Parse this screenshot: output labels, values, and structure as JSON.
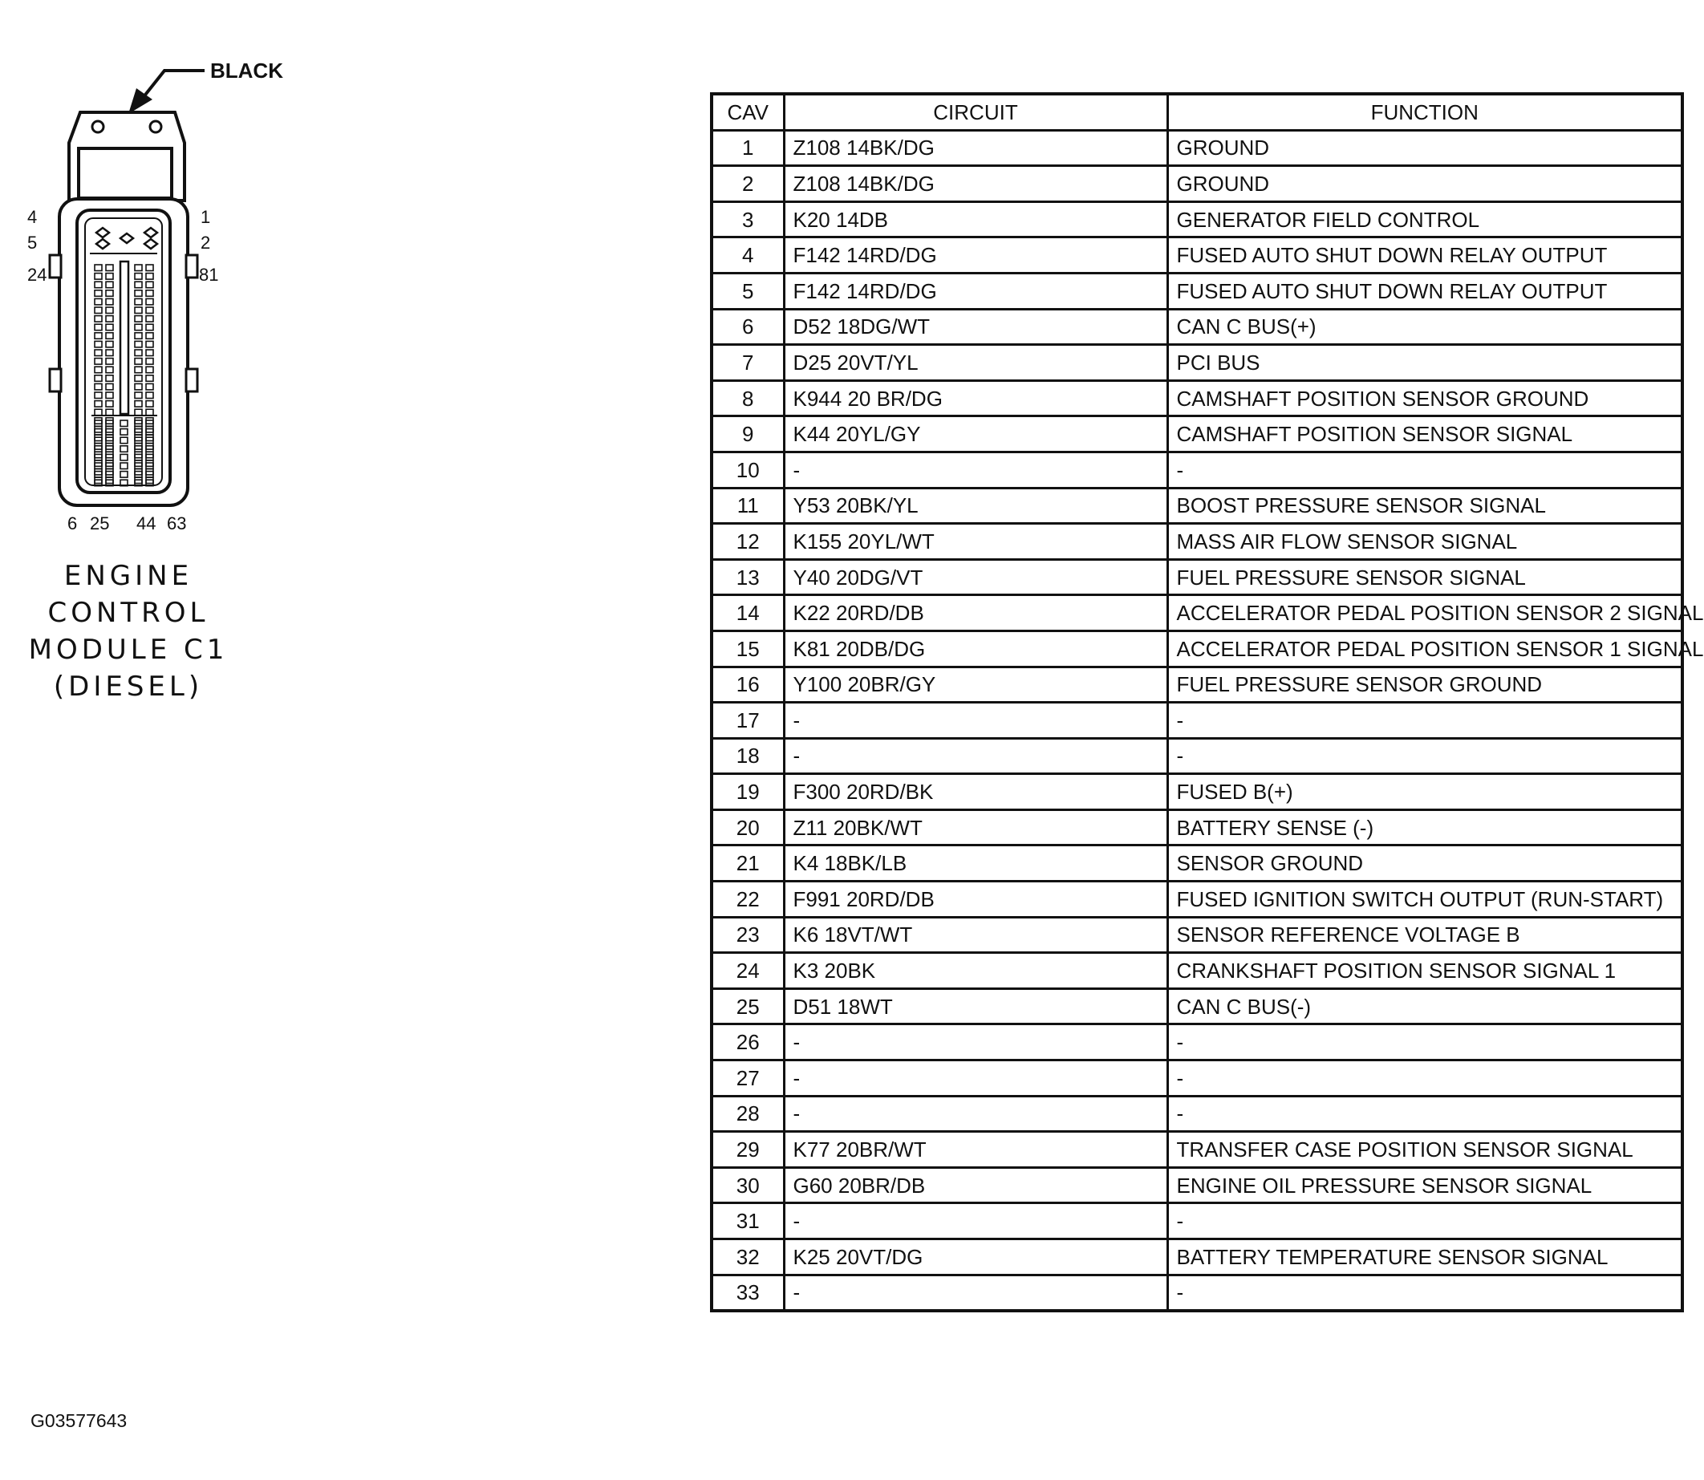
{
  "connector": {
    "color_label": "BLACK",
    "pin_labels": {
      "left": [
        "4",
        "5",
        "24"
      ],
      "right": [
        "1",
        "2",
        "81"
      ],
      "bottom": [
        "6",
        "25",
        "44",
        "63"
      ]
    },
    "title_lines": [
      "ENGINE",
      "CONTROL",
      "MODULE C1",
      "(DIESEL)"
    ]
  },
  "table": {
    "headers": {
      "cav": "CAV",
      "circuit": "CIRCUIT",
      "function": "FUNCTION"
    },
    "rows": [
      {
        "cav": "1",
        "circuit": "Z108 14BK/DG",
        "function": "GROUND"
      },
      {
        "cav": "2",
        "circuit": "Z108 14BK/DG",
        "function": "GROUND"
      },
      {
        "cav": "3",
        "circuit": "K20 14DB",
        "function": "GENERATOR FIELD CONTROL"
      },
      {
        "cav": "4",
        "circuit": "F142 14RD/DG",
        "function": "FUSED AUTO SHUT DOWN RELAY OUTPUT"
      },
      {
        "cav": "5",
        "circuit": "F142 14RD/DG",
        "function": "FUSED AUTO SHUT DOWN RELAY OUTPUT"
      },
      {
        "cav": "6",
        "circuit": "D52 18DG/WT",
        "function": "CAN C BUS(+)"
      },
      {
        "cav": "7",
        "circuit": "D25 20VT/YL",
        "function": "PCI BUS"
      },
      {
        "cav": "8",
        "circuit": "K944 20 BR/DG",
        "function": "CAMSHAFT POSITION SENSOR GROUND"
      },
      {
        "cav": "9",
        "circuit": "K44 20YL/GY",
        "function": "CAMSHAFT POSITION SENSOR SIGNAL"
      },
      {
        "cav": "10",
        "circuit": "-",
        "function": "-"
      },
      {
        "cav": "11",
        "circuit": "Y53 20BK/YL",
        "function": "BOOST PRESSURE SENSOR SIGNAL"
      },
      {
        "cav": "12",
        "circuit": "K155 20YL/WT",
        "function": "MASS AIR FLOW SENSOR SIGNAL"
      },
      {
        "cav": "13",
        "circuit": "Y40 20DG/VT",
        "function": "FUEL PRESSURE SENSOR SIGNAL"
      },
      {
        "cav": "14",
        "circuit": "K22 20RD/DB",
        "function": "ACCELERATOR PEDAL POSITION SENSOR 2 SIGNAL"
      },
      {
        "cav": "15",
        "circuit": "K81 20DB/DG",
        "function": "ACCELERATOR PEDAL POSITION SENSOR 1 SIGNAL"
      },
      {
        "cav": "16",
        "circuit": "Y100 20BR/GY",
        "function": "FUEL PRESSURE SENSOR GROUND"
      },
      {
        "cav": "17",
        "circuit": "-",
        "function": "-"
      },
      {
        "cav": "18",
        "circuit": "-",
        "function": "-"
      },
      {
        "cav": "19",
        "circuit": "F300 20RD/BK",
        "function": "FUSED B(+)"
      },
      {
        "cav": "20",
        "circuit": "Z11 20BK/WT",
        "function": "BATTERY SENSE (-)"
      },
      {
        "cav": "21",
        "circuit": "K4 18BK/LB",
        "function": "SENSOR GROUND"
      },
      {
        "cav": "22",
        "circuit": "F991 20RD/DB",
        "function": "FUSED IGNITION SWITCH OUTPUT (RUN-START)"
      },
      {
        "cav": "23",
        "circuit": "K6 18VT/WT",
        "function": "SENSOR REFERENCE VOLTAGE B"
      },
      {
        "cav": "24",
        "circuit": "K3 20BK",
        "function": "CRANKSHAFT POSITION SENSOR SIGNAL 1"
      },
      {
        "cav": "25",
        "circuit": "D51 18WT",
        "function": "CAN C BUS(-)"
      },
      {
        "cav": "26",
        "circuit": "-",
        "function": "-"
      },
      {
        "cav": "27",
        "circuit": "-",
        "function": "-"
      },
      {
        "cav": "28",
        "circuit": "-",
        "function": "-"
      },
      {
        "cav": "29",
        "circuit": "K77 20BR/WT",
        "function": "TRANSFER CASE POSITION SENSOR SIGNAL"
      },
      {
        "cav": "30",
        "circuit": "G60 20BR/DB",
        "function": "ENGINE OIL PRESSURE SENSOR SIGNAL"
      },
      {
        "cav": "31",
        "circuit": "-",
        "function": "-"
      },
      {
        "cav": "32",
        "circuit": "K25 20VT/DG",
        "function": "BATTERY TEMPERATURE SENSOR SIGNAL"
      },
      {
        "cav": "33",
        "circuit": "-",
        "function": "-"
      }
    ]
  },
  "figure_id": "G03577643"
}
